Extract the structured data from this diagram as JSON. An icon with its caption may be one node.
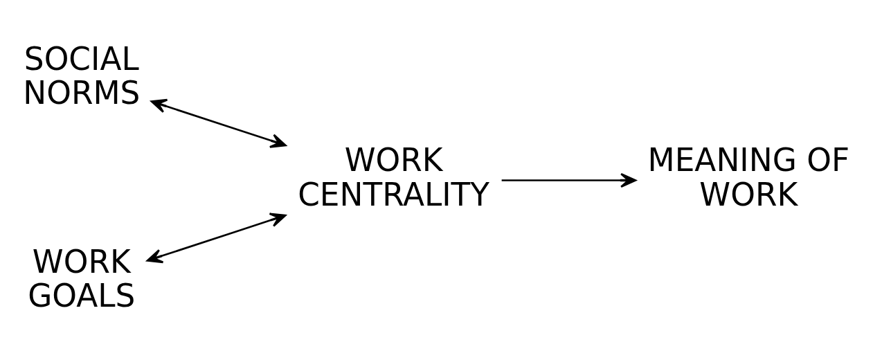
{
  "diagram": {
    "nodes": [
      {
        "text": [
          "SOCIAL NORMS"
        ]
      },
      {
        "text": [
          "WORK CENTRALITY"
        ]
      },
      {
        "text": [
          "MEANING OF WORK"
        ]
      },
      {
        "text": [
          "WORK GOALS"
        ]
      }
    ],
    "edges": [
      {
        "from": 0,
        "to": 1,
        "arrow": "both"
      },
      {
        "from": 3,
        "to": 1,
        "arrow": "both"
      },
      {
        "from": 1,
        "to": 2,
        "arrow": "to"
      }
    ]
  }
}
